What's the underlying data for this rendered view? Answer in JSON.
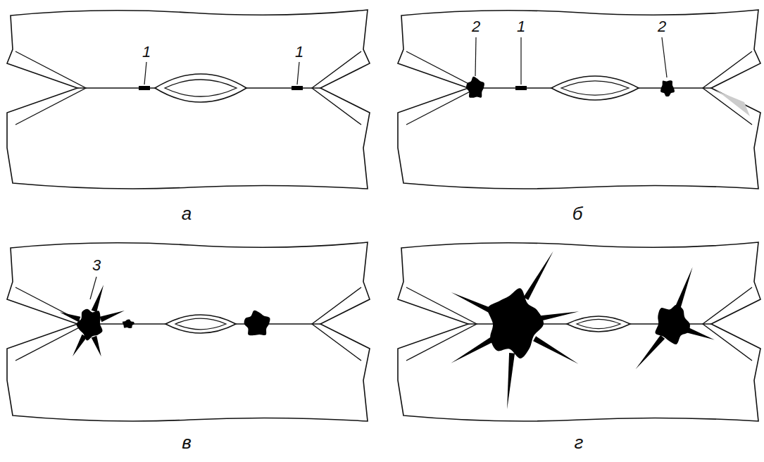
{
  "diagram": {
    "labels": [
      "1",
      "1",
      "а",
      "2",
      "1",
      "2",
      "б",
      "3",
      "в",
      "г"
    ]
  }
}
